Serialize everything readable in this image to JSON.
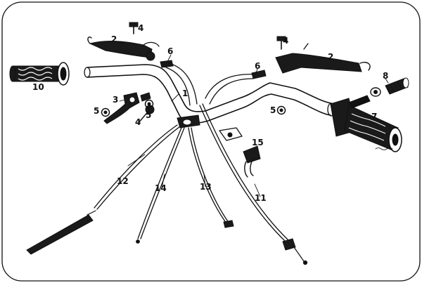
{
  "diagram": {
    "callouts": {
      "c1": "1",
      "c2_left": "2",
      "c2_right": "2",
      "c3": "3",
      "c4_top": "4",
      "c4_mid": "4",
      "c4_right": "4",
      "c5_left": "5",
      "c5_mid": "5",
      "c5_right": "5",
      "c6_left": "6",
      "c6_right": "6",
      "c7": "7",
      "c8": "8",
      "c10": "10",
      "c11": "11",
      "c12": "12",
      "c13": "13",
      "c14": "14",
      "c15": "15"
    }
  }
}
